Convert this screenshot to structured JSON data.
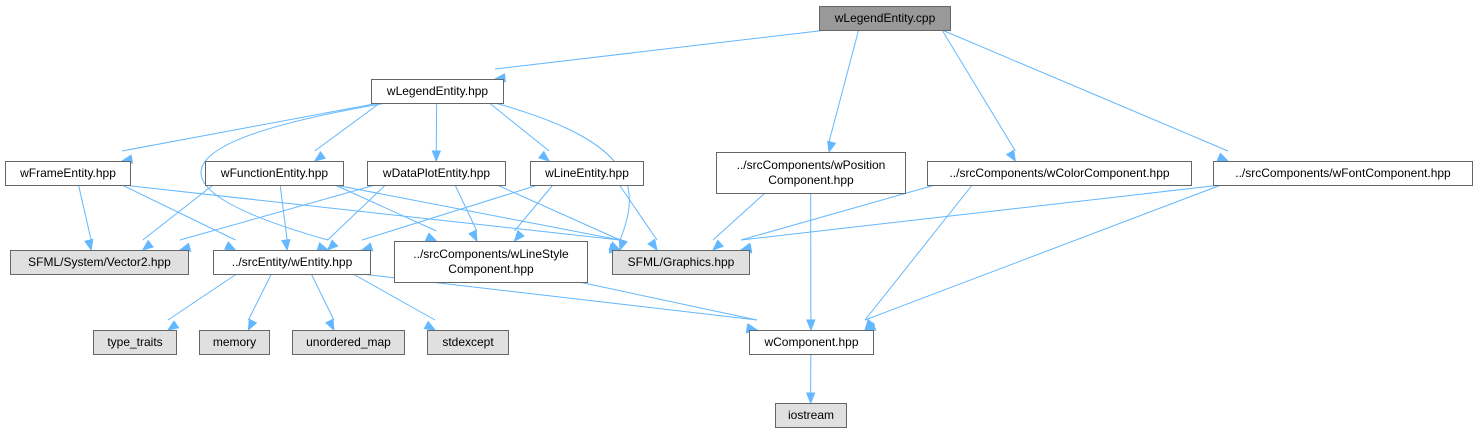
{
  "diagram": {
    "title": "wLegendEntity.cpp include dependency graph",
    "colors": {
      "root_fill": "#999999",
      "local_fill": "#ffffff",
      "system_fill": "#e0e0e0",
      "border": "#666666",
      "edge": "#63b8ff"
    },
    "nodes": [
      {
        "id": "root",
        "lines": [
          "wLegendEntity.cpp"
        ],
        "kind": "root"
      },
      {
        "id": "legend_hpp",
        "lines": [
          "wLegendEntity.hpp"
        ],
        "kind": "local"
      },
      {
        "id": "pos_comp",
        "lines": [
          "../srcComponents/wPosition",
          "Component.hpp"
        ],
        "kind": "local"
      },
      {
        "id": "color_comp",
        "lines": [
          "../srcComponents/wColorComponent.hpp"
        ],
        "kind": "local"
      },
      {
        "id": "font_comp",
        "lines": [
          "../srcComponents/wFontComponent.hpp"
        ],
        "kind": "local"
      },
      {
        "id": "frame",
        "lines": [
          "wFrameEntity.hpp"
        ],
        "kind": "local"
      },
      {
        "id": "function",
        "lines": [
          "wFunctionEntity.hpp"
        ],
        "kind": "local"
      },
      {
        "id": "dataplot",
        "lines": [
          "wDataPlotEntity.hpp"
        ],
        "kind": "local"
      },
      {
        "id": "line",
        "lines": [
          "wLineEntity.hpp"
        ],
        "kind": "local"
      },
      {
        "id": "vector2",
        "lines": [
          "SFML/System/Vector2.hpp"
        ],
        "kind": "system"
      },
      {
        "id": "wentity",
        "lines": [
          "../srcEntity/wEntity.hpp"
        ],
        "kind": "local"
      },
      {
        "id": "linestyle",
        "lines": [
          "../srcComponents/wLineStyle",
          "Component.hpp"
        ],
        "kind": "local"
      },
      {
        "id": "graphics",
        "lines": [
          "SFML/Graphics.hpp"
        ],
        "kind": "system"
      },
      {
        "id": "type_traits",
        "lines": [
          "type_traits"
        ],
        "kind": "system"
      },
      {
        "id": "memory",
        "lines": [
          "memory"
        ],
        "kind": "system"
      },
      {
        "id": "unordered_map",
        "lines": [
          "unordered_map"
        ],
        "kind": "system"
      },
      {
        "id": "stdexcept",
        "lines": [
          "stdexcept"
        ],
        "kind": "system"
      },
      {
        "id": "wcomponent",
        "lines": [
          "wComponent.hpp"
        ],
        "kind": "local"
      },
      {
        "id": "iostream",
        "lines": [
          "iostream"
        ],
        "kind": "system"
      }
    ],
    "edges": [
      [
        "root",
        "legend_hpp"
      ],
      [
        "root",
        "pos_comp"
      ],
      [
        "root",
        "color_comp"
      ],
      [
        "root",
        "font_comp"
      ],
      [
        "legend_hpp",
        "frame"
      ],
      [
        "legend_hpp",
        "wentity"
      ],
      [
        "legend_hpp",
        "function"
      ],
      [
        "legend_hpp",
        "dataplot"
      ],
      [
        "legend_hpp",
        "line"
      ],
      [
        "legend_hpp",
        "graphics"
      ],
      [
        "frame",
        "vector2"
      ],
      [
        "frame",
        "wentity"
      ],
      [
        "frame",
        "graphics"
      ],
      [
        "function",
        "vector2"
      ],
      [
        "function",
        "wentity"
      ],
      [
        "function",
        "linestyle"
      ],
      [
        "function",
        "graphics"
      ],
      [
        "dataplot",
        "vector2"
      ],
      [
        "dataplot",
        "wentity"
      ],
      [
        "dataplot",
        "linestyle"
      ],
      [
        "dataplot",
        "graphics"
      ],
      [
        "line",
        "wentity"
      ],
      [
        "line",
        "linestyle"
      ],
      [
        "line",
        "graphics"
      ],
      [
        "wentity",
        "type_traits"
      ],
      [
        "wentity",
        "memory"
      ],
      [
        "wentity",
        "unordered_map"
      ],
      [
        "wentity",
        "stdexcept"
      ],
      [
        "wentity",
        "wcomponent"
      ],
      [
        "linestyle",
        "wcomponent"
      ],
      [
        "pos_comp",
        "graphics"
      ],
      [
        "pos_comp",
        "wcomponent"
      ],
      [
        "color_comp",
        "graphics"
      ],
      [
        "color_comp",
        "wcomponent"
      ],
      [
        "font_comp",
        "graphics"
      ],
      [
        "font_comp",
        "wcomponent"
      ],
      [
        "wcomponent",
        "iostream"
      ]
    ]
  }
}
